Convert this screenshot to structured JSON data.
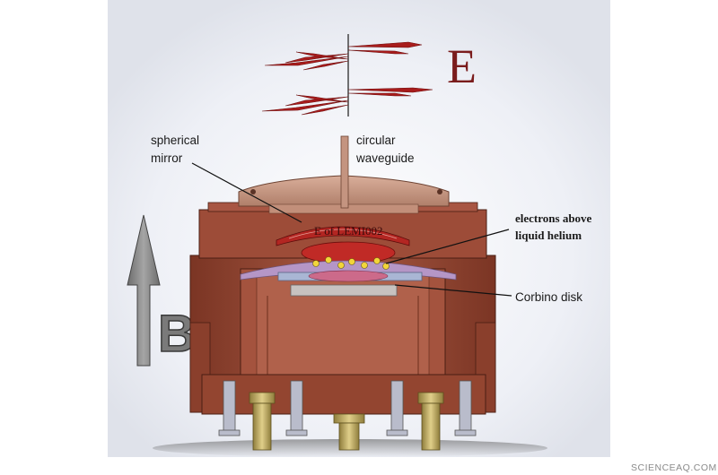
{
  "labels": {
    "spherical_mirror": [
      "spherical",
      "mirror"
    ],
    "circular_waveguide": [
      "circular",
      "waveguide"
    ],
    "electrons": [
      "electrons above",
      "liquid helium"
    ],
    "corbino": "Corbino disk",
    "field_e": "E",
    "field_b": "B",
    "engraving": "E of LEMI002"
  },
  "watermark": "SCIENCEAQ.COM",
  "colors": {
    "body": "#9a4a36",
    "body_dark": "#7b3524",
    "lid": "#c99a86",
    "mirror": "#b32622",
    "helium": "#b596c6",
    "disk": "#a9b6d4",
    "arrow_e": "#a81c1c",
    "arrow_b": "#858585",
    "gold": "#c8b46a"
  }
}
